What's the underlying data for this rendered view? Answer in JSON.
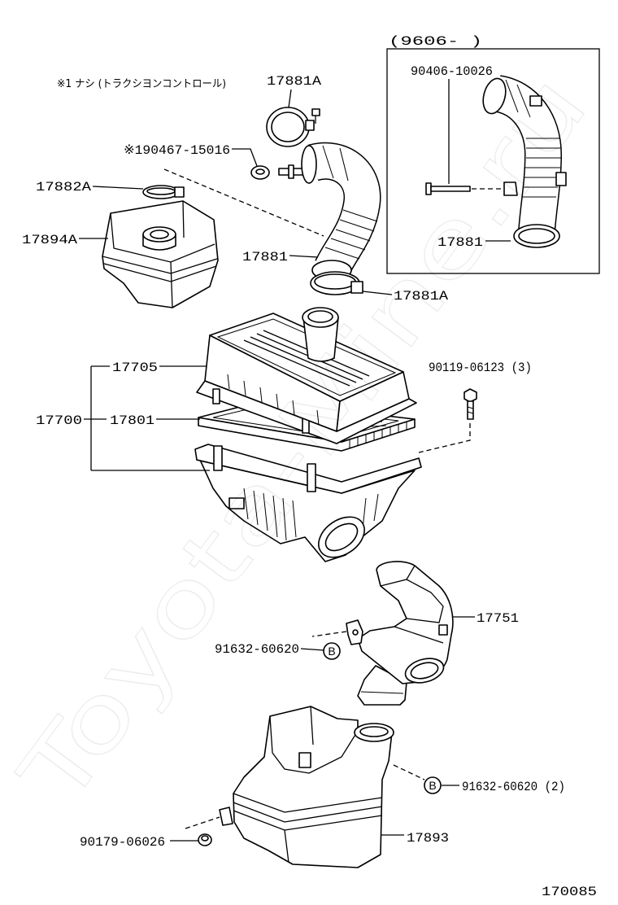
{
  "figure": {
    "number": "170085",
    "note": "※1 ナシ (トラクシヨンコントロール)",
    "watermark": "Toyota-Mine.ru"
  },
  "inset": {
    "period": "(9606-      )",
    "bolt": "90406-10026",
    "hose": "17881"
  },
  "callouts": {
    "clamp_upper": "17881A",
    "clip_upper": "※190467-15016",
    "clamp_resonator": "17882A",
    "resonator_upper": "17894A",
    "hose": "17881",
    "clamp_lower": "17881A",
    "cap_sub": "17705",
    "bolt": "90119-06123 (3)",
    "air_cleaner_assy": "17700",
    "element": "17801",
    "inlet": "17751",
    "clip_inlet": "91632-60620",
    "clip_resonator": "91632-60620 (2)",
    "clip_lower": "90179-06026",
    "resonator_lower": "17893"
  },
  "markers": {
    "b_upper": "B",
    "b_lower": "B"
  }
}
